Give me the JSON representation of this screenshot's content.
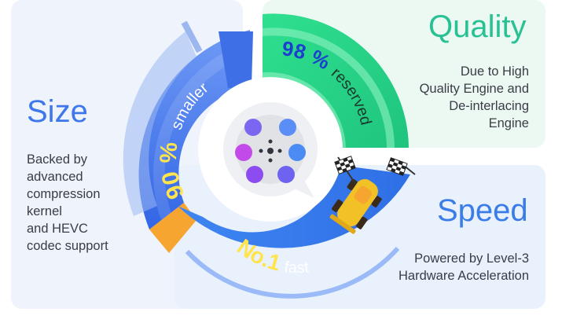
{
  "size": {
    "title": "Size",
    "description_lines": [
      "Backed by",
      "advanced",
      "compression",
      "kernel",
      "and HEVC",
      "codec support"
    ],
    "ring_percent": "90 %",
    "ring_word": "smaller",
    "color": "#3e77ea"
  },
  "quality": {
    "title": "Quality",
    "description_lines": [
      "Due to High",
      "Quality Engine and",
      "De-interlacing",
      "Engine"
    ],
    "ring_percent": "98 %",
    "ring_word": "reserved",
    "color": "#27c194"
  },
  "speed": {
    "title": "Speed",
    "description_lines": [
      "Powered by Level-3",
      "Hardware Acceleration"
    ],
    "ring_label": "No.1",
    "ring_word": "fast",
    "color": "#3a7de8"
  },
  "icons": {
    "center": "film-reel-icon",
    "car": "race-car-icon",
    "flag_left": "checkered-flag-icon",
    "flag_right": "checkered-flag-icon"
  }
}
